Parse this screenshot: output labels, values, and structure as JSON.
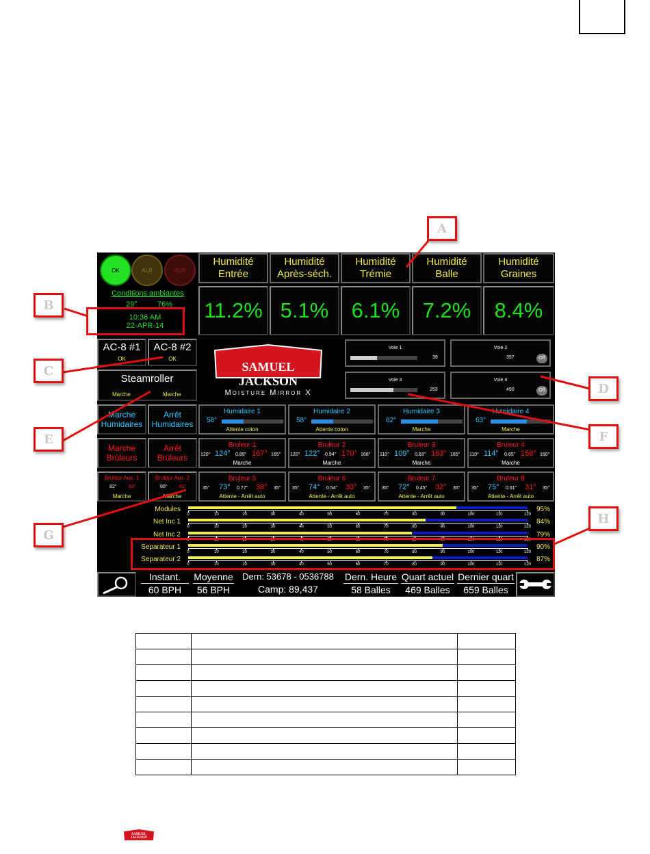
{
  "leds": [
    {
      "label": "OK",
      "color": "#22e022"
    },
    {
      "label": "ALR",
      "color": "#4a3d10"
    },
    {
      "label": "RUP",
      "color": "#4a1010"
    }
  ],
  "ambient": {
    "title": "Conditions ambiantes",
    "temp": "29°",
    "humidity": "76%"
  },
  "clock": {
    "time": "10:36 AM",
    "date": "22-APR-14"
  },
  "moisture": [
    {
      "line1": "Humidité",
      "line2": "Entrée",
      "value": "11.2%"
    },
    {
      "line1": "Humidité",
      "line2": "Après-séch.",
      "value": "5.1%"
    },
    {
      "line1": "Humidité",
      "line2": "Trémie",
      "value": "6.1%"
    },
    {
      "line1": "Humidité",
      "line2": "Balle",
      "value": "7.2%"
    },
    {
      "line1": "Humidité",
      "line2": "Graines",
      "value": "8.4%"
    }
  ],
  "ac": [
    {
      "name": "AC-8 #1",
      "status": "OK"
    },
    {
      "name": "AC-8 #2",
      "status": "OK"
    }
  ],
  "steamroller": {
    "name": "Steamroller",
    "left": "Marche",
    "right": "Marche"
  },
  "logo": {
    "brand": "SAMUEL JACKSON",
    "product": "Moisture Mirror X",
    "brand_color": "#d4141e"
  },
  "lanes": [
    {
      "name": "Voie 1",
      "value": "39",
      "fill": 0.4,
      "toggle": ""
    },
    {
      "name": "Voie 2",
      "value": "357",
      "fill": 0,
      "toggle": "Off"
    },
    {
      "name": "Voie 3",
      "value": "253",
      "fill": 0.64,
      "toggle": ""
    },
    {
      "name": "Voie 4",
      "value": "490",
      "fill": 0,
      "toggle": "Off"
    }
  ],
  "hum_controls": {
    "start": [
      "Marche",
      "Humidaires"
    ],
    "stop": [
      "Arrêt",
      "Humidaires"
    ]
  },
  "humidifiers": [
    {
      "name": "Humidaire 1",
      "temp": "58°",
      "fill": 0.35,
      "status": "Attente coton"
    },
    {
      "name": "Humidaire 2",
      "temp": "58°",
      "fill": 0.35,
      "status": "Attente coton"
    },
    {
      "name": "Humidaire 3",
      "temp": "62°",
      "fill": 0.6,
      "status": "Marche"
    },
    {
      "name": "Humidaire 4",
      "temp": "63°",
      "fill": 0.6,
      "status": "Marche"
    }
  ],
  "burner_controls": {
    "start": [
      "Marche",
      "Brûleurs"
    ],
    "stop": [
      "Arrêt",
      "Brûleurs"
    ]
  },
  "burners": [
    {
      "name": "Bruleur 1",
      "lo": "120°",
      "actual": "124°",
      "pressure": "0.89\"",
      "set": "167°",
      "hi": "165°",
      "status": "Marche"
    },
    {
      "name": "Bruleur 2",
      "lo": "120°",
      "actual": "122°",
      "pressure": "0.94\"",
      "set": "170°",
      "hi": "168°",
      "status": "Marche"
    },
    {
      "name": "Bruleur 3",
      "lo": "110°",
      "actual": "109°",
      "pressure": "0.83\"",
      "set": "163°",
      "hi": "165°",
      "status": "Marche"
    },
    {
      "name": "Bruleur 4",
      "lo": "110°",
      "actual": "114°",
      "pressure": "0.65\"",
      "set": "158°",
      "hi": "160°",
      "status": "Marche"
    }
  ],
  "aux_burners": [
    {
      "name": "Bruleur Aux. 1",
      "t1": "82°",
      "t2": "83°",
      "status": "Marche"
    },
    {
      "name": "Bruleur Aux. 2",
      "t1": "80°",
      "t2": "81°",
      "status": "Marche"
    }
  ],
  "burners2": [
    {
      "name": "Bruleur 5",
      "lo": "35°",
      "actual": "73°",
      "pressure": "0.77\"",
      "set": "38°",
      "hi": "35°",
      "status": "Attente - Arrêt auto"
    },
    {
      "name": "Bruleur 6",
      "lo": "35°",
      "actual": "74°",
      "pressure": "0.54\"",
      "set": "33°",
      "hi": "35°",
      "status": "Attente - Arrêt auto"
    },
    {
      "name": "Bruleur 7",
      "lo": "35°",
      "actual": "72°",
      "pressure": "0.45\"",
      "set": "32°",
      "hi": "35°",
      "status": "Attente - Arrêt auto"
    },
    {
      "name": "Bruleur 8",
      "lo": "35°",
      "actual": "75°",
      "pressure": "0.61\"",
      "set": "31°",
      "hi": "35°",
      "status": "Attente - Arrêt auto"
    }
  ],
  "separators": [
    {
      "name": "Modules",
      "pct": "95%",
      "fill": 0.79
    },
    {
      "name": "Net Inc 1",
      "pct": "84%",
      "fill": 0.7
    },
    {
      "name": "Net Inc 2",
      "pct": "79%",
      "fill": 0.66
    },
    {
      "name": "Separateur 1",
      "pct": "90%",
      "fill": 0.75
    },
    {
      "name": "Separateur 2",
      "pct": "87%",
      "fill": 0.72
    }
  ],
  "scale_ticks": [
    "0",
    "10",
    "20",
    "30",
    "40",
    "50",
    "60",
    "70",
    "80",
    "90",
    "100",
    "110",
    "120"
  ],
  "bottom": {
    "instant_label": "Instant.",
    "instant_value": "60 BPH",
    "avg_label": "Moyenne",
    "avg_value": "56 BPH",
    "last_label": "Dern: 53678 - 0536788",
    "camp": "Camp: 89,437",
    "lasthour_label": "Dern. Heure",
    "lasthour_value": "58 Balles",
    "shift_label": "Quart actuel",
    "shift_value": "469 Balles",
    "lastshift_label": "Dernier quart",
    "lastshift_value": "659 Balles"
  },
  "callouts": [
    "A",
    "B",
    "C",
    "D",
    "E",
    "F",
    "G",
    "H"
  ],
  "footer_logo": "SAMUEL JACKSON"
}
